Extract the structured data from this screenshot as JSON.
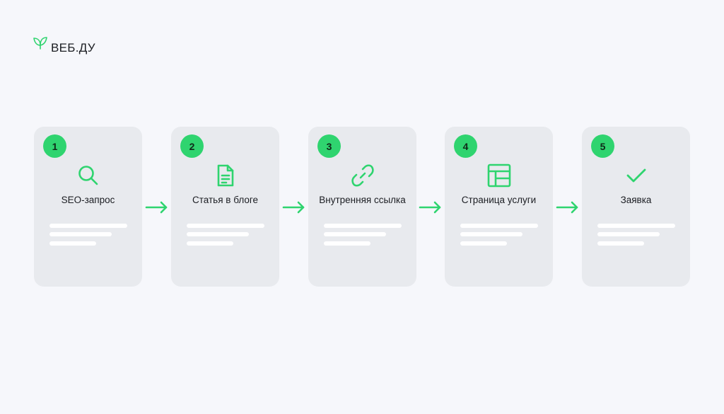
{
  "brand": {
    "name": "ВЕБ.ДУ",
    "logo_icon": "leaf-icon",
    "accent_color": "#2fd46f"
  },
  "steps": [
    {
      "number": "1",
      "title": "SEO-запрос",
      "icon": "search-icon"
    },
    {
      "number": "2",
      "title": "Статья в блоге",
      "icon": "document-icon"
    },
    {
      "number": "3",
      "title": "Внутренняя ссылка",
      "icon": "link-icon"
    },
    {
      "number": "4",
      "title": "Страница услуги",
      "icon": "layout-icon"
    },
    {
      "number": "5",
      "title": "Заявка",
      "icon": "checkmark-icon"
    }
  ],
  "connector_icon": "arrow-right-icon"
}
